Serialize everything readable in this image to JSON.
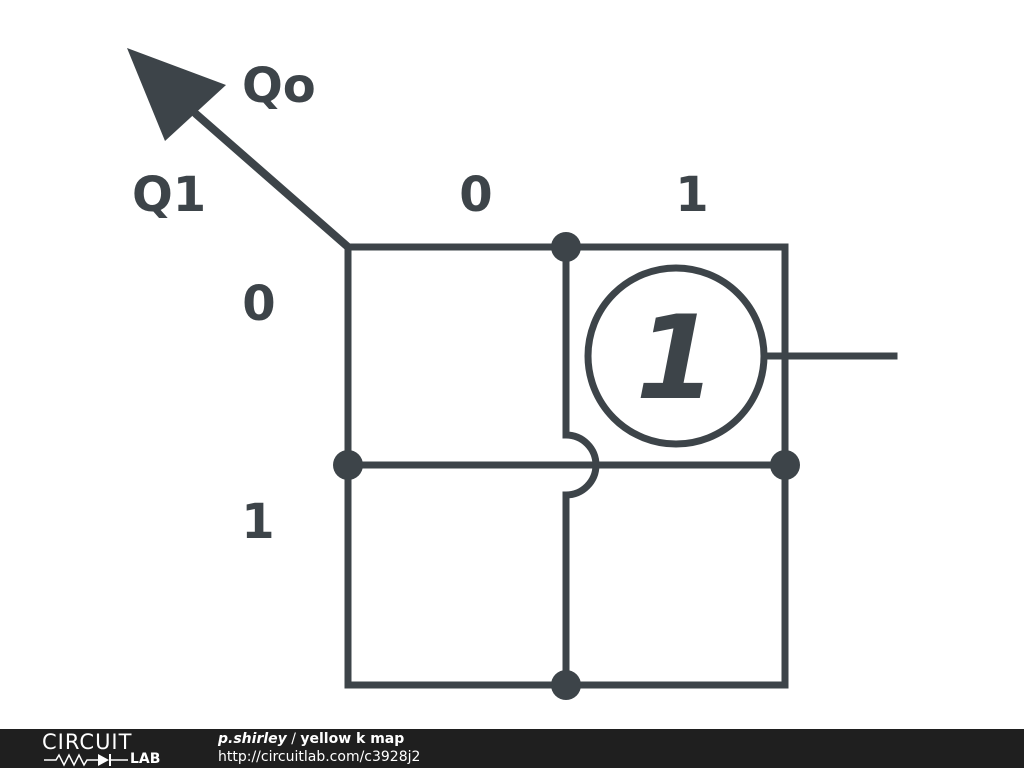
{
  "diagram": {
    "axis_label_cols": "Qo",
    "axis_label_rows": "Q1",
    "col_headers": [
      "0",
      "1"
    ],
    "row_headers": [
      "0",
      "1"
    ],
    "cell_value": "1",
    "stroke_color": "#3d4449"
  },
  "footer": {
    "logo_top": "CIRCUIT",
    "logo_bottom": "LAB",
    "author": "p.shirley",
    "separator": " / ",
    "title": "yellow k map",
    "url": "http://circuitlab.com/c3928j2",
    "background_color": "#1f1f1f"
  }
}
